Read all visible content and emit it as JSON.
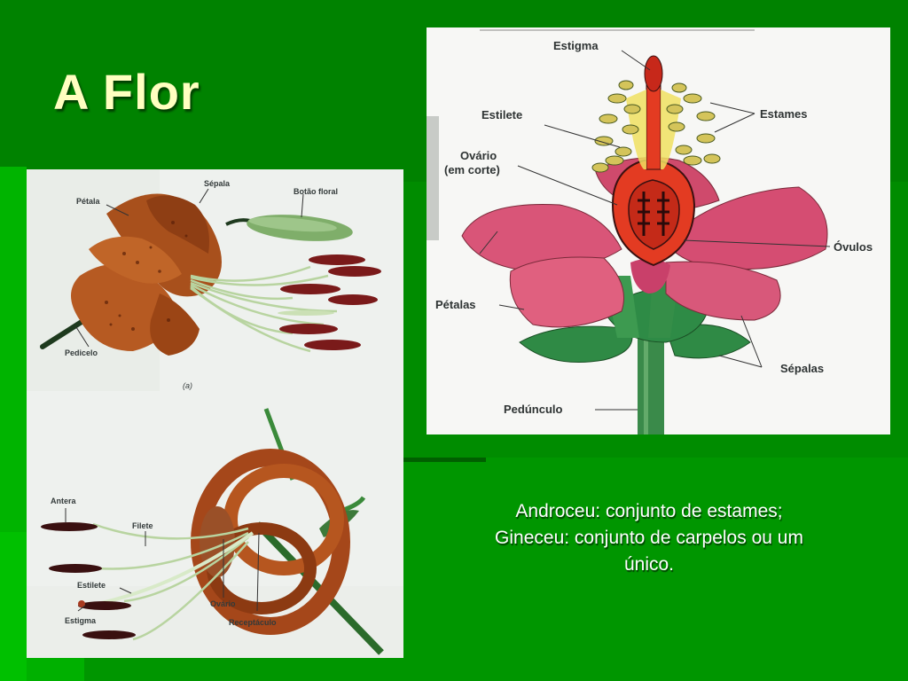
{
  "slide": {
    "title": "A Flor",
    "colors": {
      "background_top": "#008200",
      "background_mid": "#008c00",
      "background_low": "#009600",
      "left_stripe": "#00b400",
      "accent_bar": "#005f00",
      "title_text": "#ffffc0",
      "caption_text": "#ffffff"
    },
    "caption": {
      "lines": [
        "Androceu: conjunto de estames;",
        "Gineceu: conjunto de carpelos ou um",
        "único."
      ]
    }
  },
  "figure_left": {
    "description": "lily-photograph-diagram",
    "panel_a": {
      "caption": "(a)",
      "labels": {
        "petala": "Pétala",
        "sepala": "Sépala",
        "botao_floral": "Botão floral",
        "pedicelo": "Pedicelo"
      }
    },
    "panel_b": {
      "labels": {
        "antera": "Antera",
        "filete": "Filete",
        "estilete": "Estilete",
        "estigma": "Estigma",
        "ovario": "Ovário",
        "receptaculo": "Receptáculo"
      }
    }
  },
  "figure_right": {
    "description": "flower-cross-section-illustration",
    "labels": {
      "estigma": "Estigma",
      "estilete": "Estilete",
      "ovario": "Ovário",
      "ovario_sub": "(em corte)",
      "estames": "Estames",
      "ovulos": "Óvulos",
      "petalas": "Pétalas",
      "sepalas": "Sépalas",
      "pedunculo": "Pedúnculo"
    }
  }
}
